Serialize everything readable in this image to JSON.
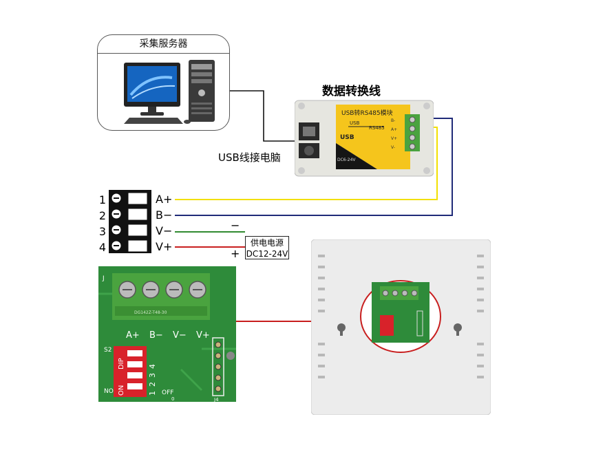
{
  "server": {
    "title": "采集服务器"
  },
  "converter": {
    "title": "数据转换线",
    "module_label": "USB转RS485模块",
    "arrow_left_label": "USB",
    "arrow_right_label": "RS485",
    "usb_port_label": "USB",
    "dc_label": "DC6-24V",
    "pin_labels": [
      "B-",
      "A+",
      "V+",
      "V-"
    ]
  },
  "usb_label": "USB线接电脑",
  "terminal": {
    "numbers": [
      "1",
      "2",
      "3",
      "4"
    ],
    "signals": [
      "A+",
      "B−",
      "V−",
      "V+"
    ]
  },
  "power": {
    "line1": "供电电源",
    "line2": "DC12-24V",
    "minus": "−",
    "plus": "+"
  },
  "pcb": {
    "j_label": "J",
    "connector_code": "DG142Z-T48-30",
    "pin_labels": [
      "A+",
      "B−",
      "V−",
      "V+"
    ],
    "s2_label": "S2",
    "dip_label": "DIP",
    "dip_numbers": "1234",
    "on_label": "ON",
    "off_label": "OFF",
    "no_label": "NO",
    "j4_label": "J4",
    "j4_pin0": "0"
  },
  "colors": {
    "wire_yellow": "#f2e000",
    "wire_blue": "#1f2a78",
    "wire_green": "#2f8a2f",
    "wire_red": "#c81e1e",
    "wire_black": "#111111",
    "pcb_green": "#2e8b3a",
    "terminal_green": "#4aa33f",
    "dip_red": "#d8222a",
    "module_yellow": "#f5c51c"
  }
}
